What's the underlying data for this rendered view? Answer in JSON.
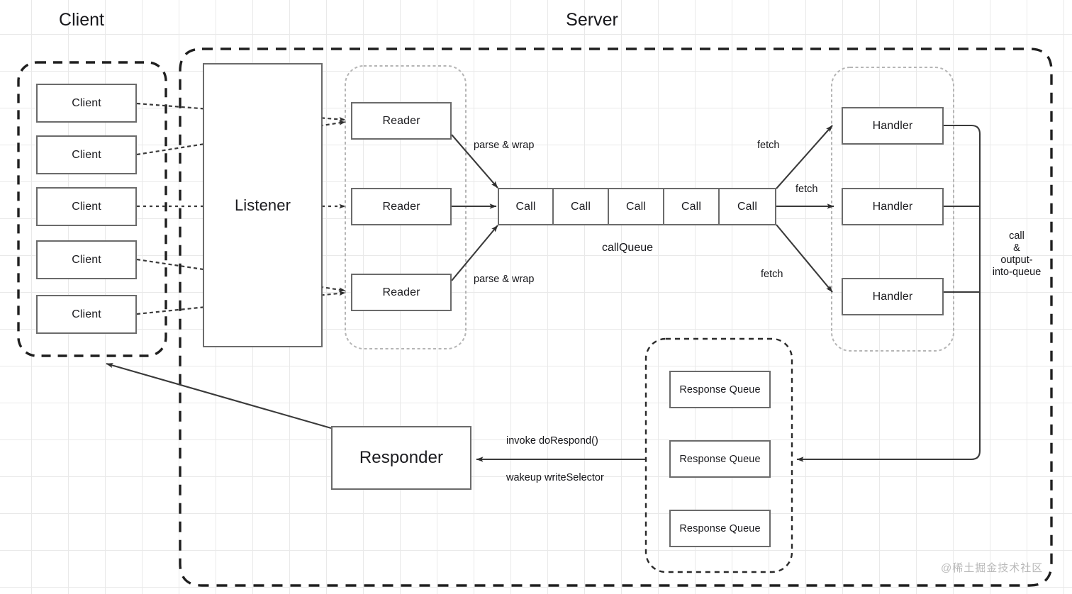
{
  "meta": {
    "watermark": "@稀土掘金技术社区"
  },
  "titles": {
    "client": "Client",
    "server": "Server"
  },
  "client_zone": {
    "name": "client-group",
    "boxes": [
      {
        "label": "Client"
      },
      {
        "label": "Client"
      },
      {
        "label": "Client"
      },
      {
        "label": "Client"
      },
      {
        "label": "Client"
      }
    ]
  },
  "listener": {
    "label": "Listener"
  },
  "reader_group": {
    "boxes": [
      {
        "label": "Reader"
      },
      {
        "label": "Reader"
      },
      {
        "label": "Reader"
      }
    ]
  },
  "call_queue": {
    "caption": "callQueue",
    "cells": [
      {
        "label": "Call"
      },
      {
        "label": "Call"
      },
      {
        "label": "Call"
      },
      {
        "label": "Call"
      },
      {
        "label": "Call"
      }
    ]
  },
  "handler_group": {
    "boxes": [
      {
        "label": "Handler"
      },
      {
        "label": "Handler"
      },
      {
        "label": "Handler"
      }
    ]
  },
  "response_queue_group": {
    "boxes": [
      {
        "label": "Response Queue"
      },
      {
        "label": "Response Queue"
      },
      {
        "label": "Response Queue"
      }
    ]
  },
  "responder": {
    "label": "Responder"
  },
  "edge_labels": {
    "parse_wrap_top": "parse & wrap",
    "parse_wrap_bottom": "parse & wrap",
    "fetch_top": "fetch",
    "fetch_mid": "fetch",
    "fetch_bottom": "fetch",
    "call_output_into_queue": "call\n&\noutput-\ninto-queue",
    "invoke_dorespond": "invoke doRespond()",
    "wakeup_writeselector": "wakeup writeSelector"
  },
  "colors": {
    "box_border": "#6b6b6b",
    "line": "#3a3a3a",
    "dashed_group": "#1f1f1f",
    "light_dashed_group": "#b5b5b5",
    "text": "#16161a",
    "grid": "#e9e9e9",
    "watermark": "#b9b9b9"
  }
}
